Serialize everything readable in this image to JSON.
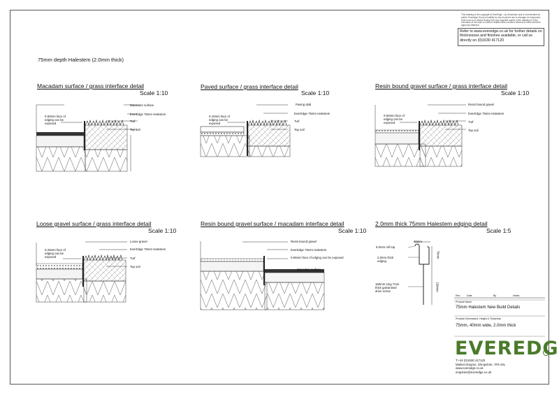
{
  "drawing": {
    "depth_title": "75mm depth Halestem (2.0mm thick)"
  },
  "notes": {
    "copyright": "This drawing is the copyright of EverEdge - by Dimension and is not intended for public. Everedge Group is liability for any incorrect use or damage of component. Users can to in advice during from any supplied copies in the drawing is in the execution of the work to which it relates have not been referred to them and their approval obtained.",
    "refer": "Refer to www.everedge.co.uk for further details on thicknesses and finishes available, or call us directly on (0)1630 417120"
  },
  "details": [
    {
      "title": "Macadam surface / grass interface detail",
      "scale": "Scale 1:10",
      "labels": [
        "Macadam surface",
        "EverEdge 75mm Halestem",
        "Turf",
        "Top soil"
      ],
      "face_note": "0-50mm face of edging can be exposed"
    },
    {
      "title": "Paved surface / grass interface detail",
      "scale": "Scale 1:10",
      "labels": [
        "Paving slab",
        "EverEdge 75mm Halestem",
        "Turf",
        "Top soil"
      ],
      "face_note": "0-10mm face of edging can be exposed"
    },
    {
      "title": "Resin bound gravel surface / grass interface detail",
      "scale": "Scale 1:10",
      "labels": [
        "Resin bound gravel",
        "EverEdge 75mm Halestem",
        "Turf",
        "Top soil"
      ],
      "face_note": "0-50mm face of edging can be exposed"
    },
    {
      "title": "Loose gravel surface / grass interface detail",
      "scale": "Scale 1:10",
      "labels": [
        "Loose gravel",
        "EverEdge 75mm Halestem",
        "Turf",
        "Top soil"
      ],
      "face_note": "0-25mm face of edging can be exposed"
    },
    {
      "title": "Resin bound gravel surface / macadam interface detail",
      "scale": "Scale 1:10",
      "labels": [
        "Resin bound gravel",
        "EverEdge 75mm Halestem",
        "0-65mm face of edging can be exposed",
        "Macadam surface"
      ],
      "face_note": ""
    },
    {
      "title": "2.0mm thick 75mm Halestem edging detail",
      "scale": "Scale 1:5",
      "labels": [
        "6.0mm roll top",
        "2.0mm thick edging",
        "150mm long 7mm thick galvanised drive screw"
      ],
      "dims": [
        "40mm",
        "75mm",
        "150mm"
      ]
    }
  ],
  "title_block": {
    "columns": [
      "Rev",
      "Date",
      "By",
      "Notes"
    ],
    "product_name_label": "Product Name",
    "product_name": "75mm Halestem New Build Details",
    "dimensions_label": "Product Dimensions, Height & Thickness",
    "dimensions": "75mm, 40mm wide, 2.0mm thick"
  },
  "company": {
    "logo": "EVEREDGE",
    "logo_mark": "R",
    "address": [
      "T:+44 (0)1630 417120",
      "Market Drayton, Shropshire, TF9 4XL",
      "www.everedge.co.uk",
      "enquiries@everedge.co.uk"
    ]
  },
  "colors": {
    "logo": "#4a7a2a",
    "line": "#333333"
  }
}
